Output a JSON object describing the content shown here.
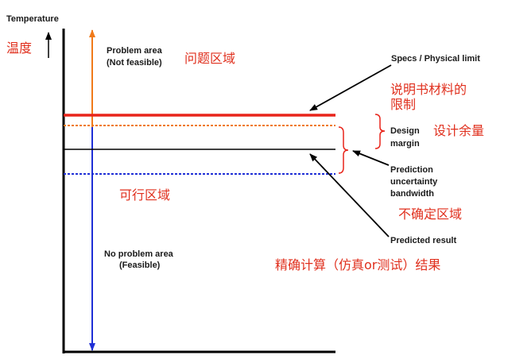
{
  "axis": {
    "y_label": "Temperature",
    "y_label_cn": "温度"
  },
  "regions": {
    "problem_area_line1": "Problem area",
    "problem_area_line2": "(Not feasible)",
    "problem_area_cn": "问题区域",
    "feasible_area_cn": "可行区域",
    "no_problem_line1": "No problem area",
    "no_problem_line2": "(Feasible)"
  },
  "annotations": {
    "specs_limit": "Specs / Physical limit",
    "specs_limit_cn_line1": "说明书材料的",
    "specs_limit_cn_line2": "限制",
    "design_margin_line1": "Design",
    "design_margin_line2": "margin",
    "design_margin_cn": "设计余量",
    "prediction_line1": "Prediction",
    "prediction_line2": "uncertainty",
    "prediction_line3": "bandwidth",
    "uncertainty_cn": "不确定区域",
    "predicted_result": "Predicted result",
    "predicted_result_cn": "精确计算（仿真or测试）结果"
  },
  "colors": {
    "spec_line": "#e8241a",
    "margin_line": "#f07a1a",
    "uncertainty_line": "#1f2fd6",
    "up_arrow": "#f07a1a",
    "down_arrow": "#1f2fd6",
    "chinese_text": "#e0301e",
    "axes": "#000000"
  }
}
